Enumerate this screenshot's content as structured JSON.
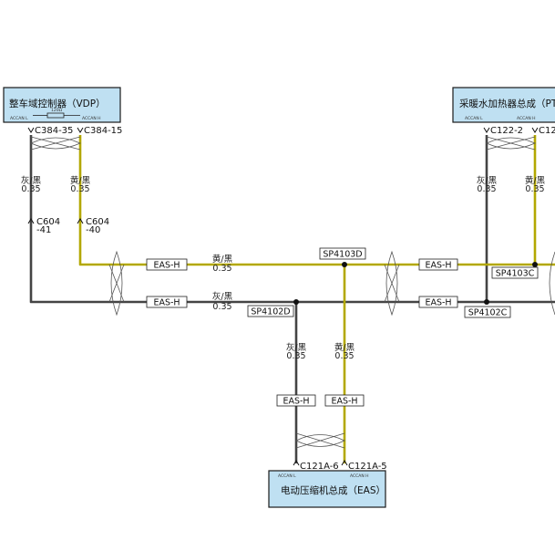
{
  "modules": {
    "vdp": {
      "title": "整车域控制器（VDP）",
      "can_low": "ACCAN L",
      "can_high": "ACCAN H",
      "resistor": "120Ω"
    },
    "ptc": {
      "title": "采暖水加热器总成（PTC",
      "can_low": "ACCAN L",
      "can_high": "ACCAN H"
    },
    "eas": {
      "title": "电动压缩机总成（EAS）",
      "can_low": "ACCAN L",
      "can_high": "ACCAN H"
    }
  },
  "pins": {
    "vdp_low": "C384-35",
    "vdp_high": "C384-15",
    "ptc_low": "C122-2",
    "ptc_high": "C12",
    "eas_low": "C121A-6",
    "eas_high": "C121A-5",
    "inline_low_a": "C604",
    "inline_low_b": "-41",
    "inline_high_a": "C604",
    "inline_high_b": "-40"
  },
  "wire_labels": {
    "gray_black": "灰/黑",
    "yellow_black": "黄/黑",
    "gauge": "0.35"
  },
  "tags": {
    "eas_h": "EAS-H",
    "sp4103d": "SP4103D",
    "sp4103c": "SP4103C",
    "sp4102d": "SP4102D",
    "sp4102c": "SP4102C"
  },
  "colors": {
    "yellow_wire": "#b3a800",
    "gray_wire": "#444444",
    "module_fill": "#bfe0f2",
    "module_stroke": "#1a1a1a"
  }
}
